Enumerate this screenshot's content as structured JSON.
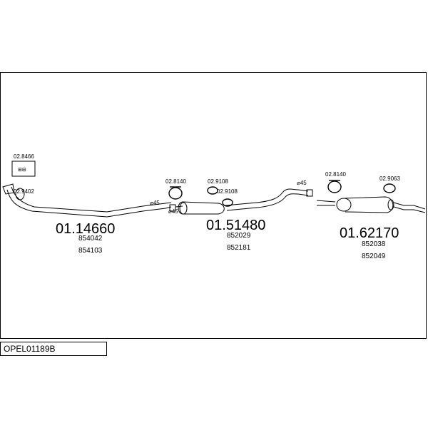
{
  "diagram": {
    "parts": [
      {
        "main_code": "01.14660",
        "refs": [
          "854042",
          "854103"
        ]
      },
      {
        "main_code": "01.51480",
        "refs": [
          "852029",
          "852181"
        ]
      },
      {
        "main_code": "01.62170",
        "refs": [
          "852038",
          "852049"
        ]
      }
    ],
    "accessories": {
      "clamp_kit": "02.8466",
      "gasket": "02.9402",
      "hanger_1": "02.8140",
      "ring_1": "02.9108",
      "ring_2": "02.9108",
      "hanger_2": "02.8140",
      "ring_3": "02.9063"
    },
    "diameter_labels": [
      "⌀45",
      "⌀45",
      "⌀45"
    ]
  },
  "footer": {
    "kit_code": "OPEL01189B"
  }
}
